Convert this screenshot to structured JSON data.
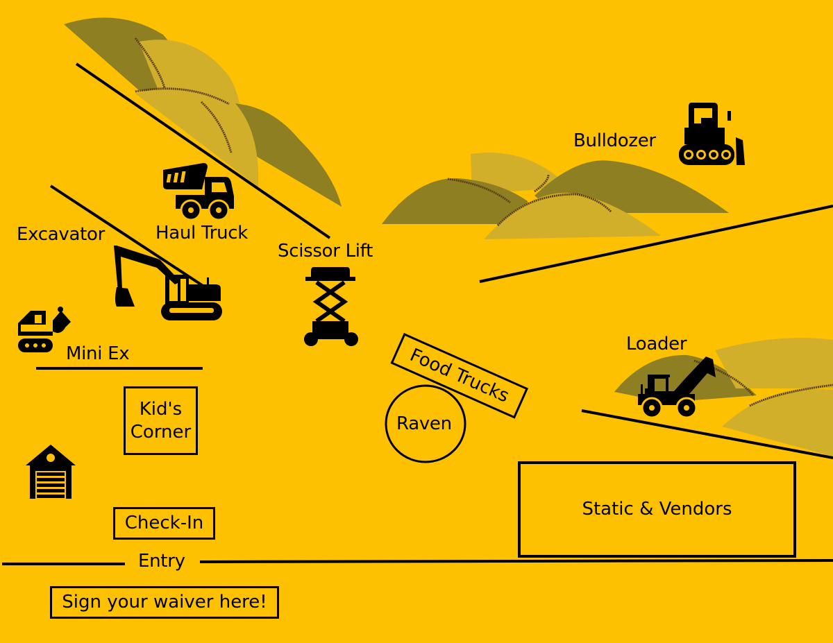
{
  "map": {
    "background_color": "#FEC101",
    "mound_dark_color": "#8E7F22",
    "mound_light_color": "#D2AF2B",
    "dirt_edge_color": "#5A3E14",
    "labels": {
      "bulldozer": "Bulldozer",
      "haul_truck": "Haul Truck",
      "excavator": "Excavator",
      "scissor_lift": "Scissor Lift",
      "mini_ex": "Mini Ex",
      "loader": "Loader",
      "food_trucks": "Food Trucks",
      "raven": "Raven",
      "kids_corner_line1": "Kid's",
      "kids_corner_line2": "Corner",
      "check_in": "Check-In",
      "entry": "Entry",
      "waiver": "Sign your waiver here!",
      "static_vendors": "Static & Vendors"
    },
    "icons": {
      "bulldozer": "bulldozer-icon",
      "haul_truck": "dump-truck-icon",
      "excavator": "excavator-icon",
      "scissor_lift": "scissor-lift-icon",
      "mini_ex": "mini-excavator-icon",
      "loader": "loader-tractor-icon",
      "garage": "garage-icon"
    }
  }
}
